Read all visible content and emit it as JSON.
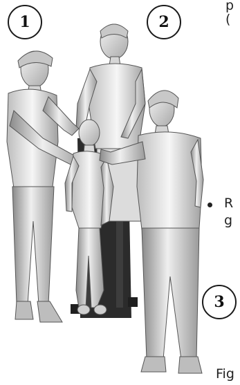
{
  "badges": {
    "one": "1",
    "two": "2",
    "three": "3"
  },
  "edge_text": {
    "line1": "p",
    "line2": "(",
    "bullet_line1": "R",
    "bullet_line2": "g",
    "caption": "Fig"
  },
  "colors": {
    "figure_light": "#f2f2f2",
    "figure_mid": "#c4c4c4",
    "figure_dark": "#7d7d7d",
    "outline": "#555555",
    "board": "#2b2b2b"
  }
}
